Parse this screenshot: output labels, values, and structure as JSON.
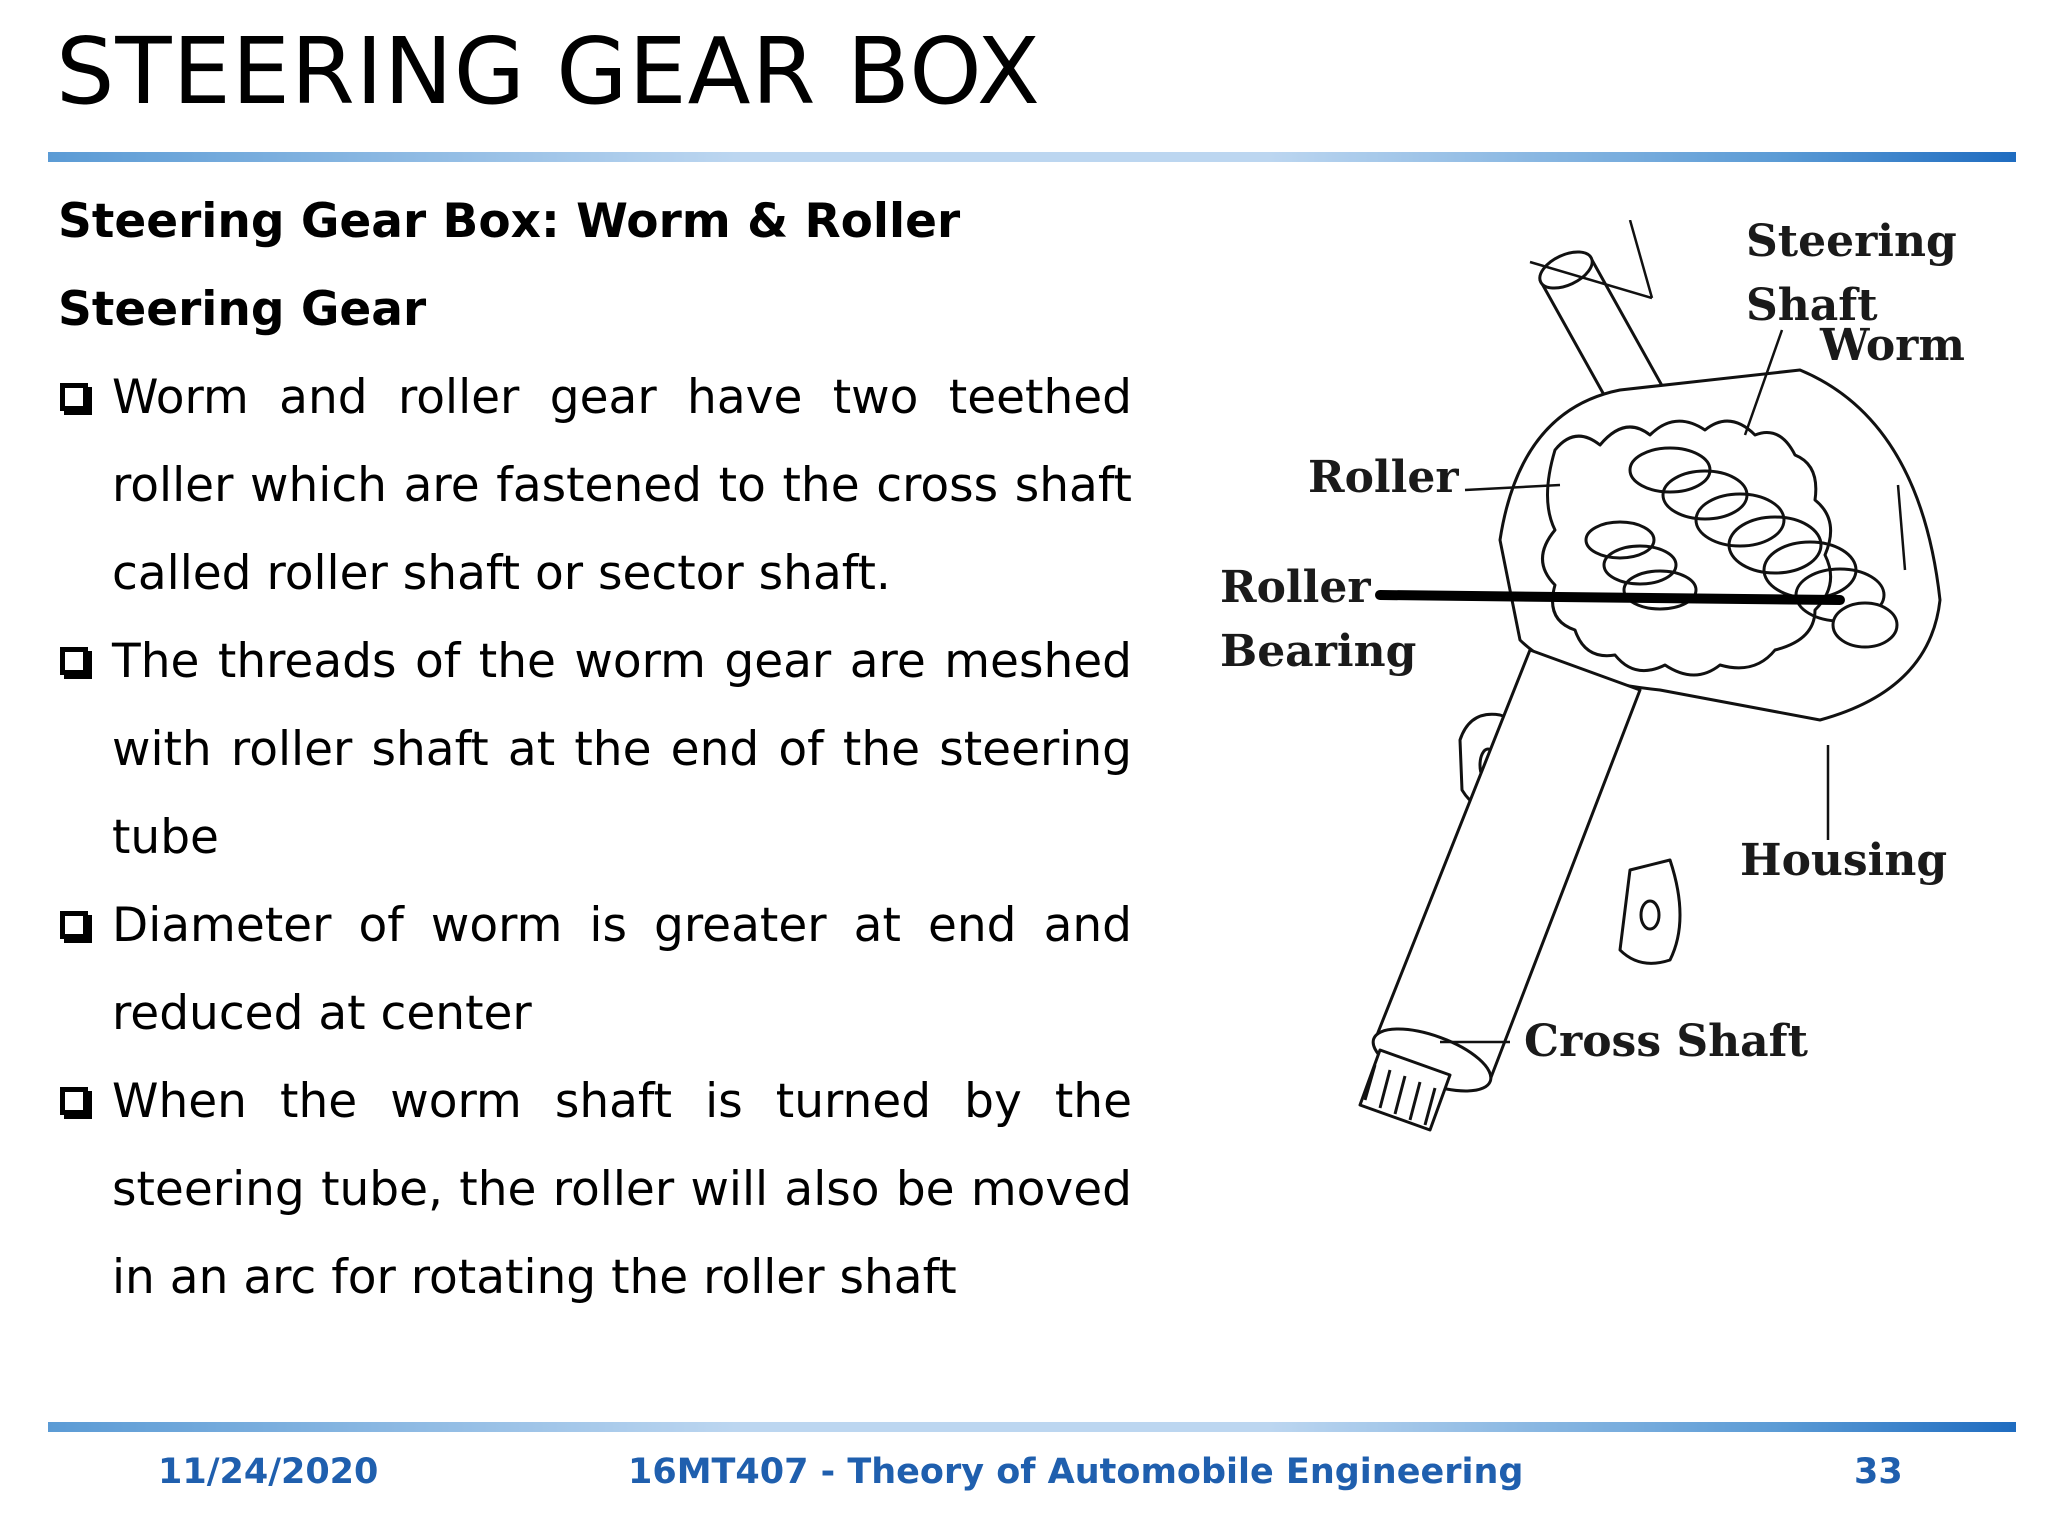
{
  "slide": {
    "title": "STEERING GEAR BOX",
    "heading_line1": "Steering Gear Box: Worm & Roller",
    "heading_line2": "Steering Gear",
    "bullets": [
      "Worm and roller gear have two teethed roller which are fastened to the cross shaft called roller shaft or sector shaft.",
      "The threads of the worm gear are meshed with roller shaft at the end of the steering tube",
      "Diameter of worm is greater at end and reduced at center",
      "When the worm shaft is turned by the steering tube, the roller will also be moved in an arc for rotating the roller shaft"
    ]
  },
  "diagram": {
    "labels": {
      "steering": "Steering",
      "shaft": "Shaft",
      "worm": "Worm",
      "roller": "Roller",
      "roller_bearing_1": "Roller",
      "roller_bearing_2": "Bearing",
      "housing": "Housing",
      "cross_shaft": "Cross Shaft"
    }
  },
  "footer": {
    "date": "11/24/2020",
    "course": "16MT407 - Theory of Automobile Engineering",
    "page": "33"
  }
}
